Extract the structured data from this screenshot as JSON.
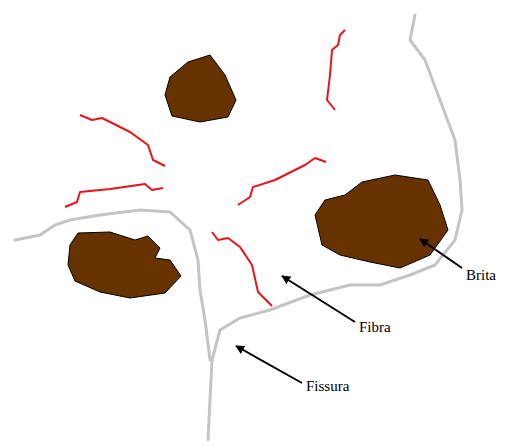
{
  "diagram": {
    "labels": [
      "Brita",
      "Fibra",
      "Fissura"
    ]
  }
}
